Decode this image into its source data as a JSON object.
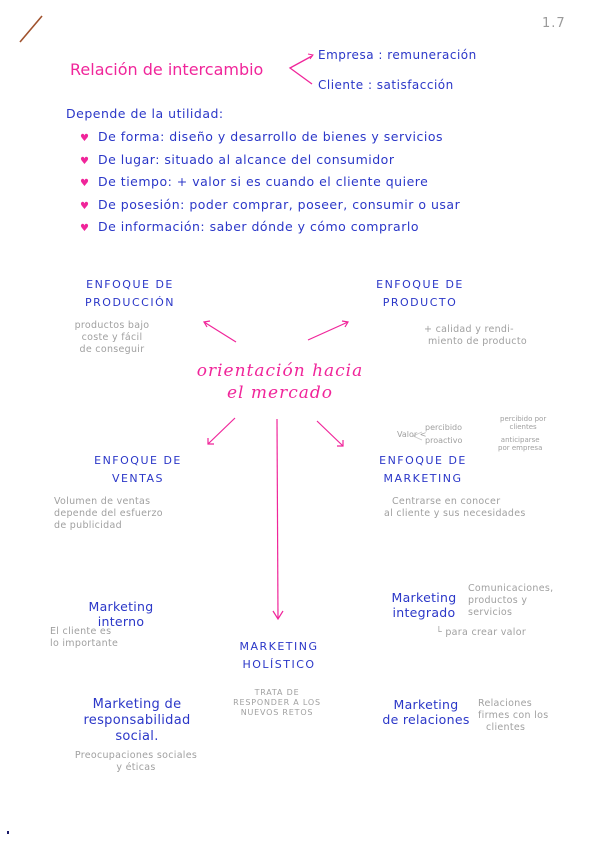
{
  "page": {
    "number": "1.7"
  },
  "colors": {
    "accent_pink": "#f0259a",
    "ink_blue": "#2b37c8",
    "pencil_gray": "#9a9a9a",
    "corner_mark": "#a0522d"
  },
  "exchange": {
    "title": "Relación de intercambio",
    "branches": [
      {
        "label": "Empresa : remuneración"
      },
      {
        "label": "Cliente : satisfacción"
      }
    ]
  },
  "utility": {
    "intro": "Depende de la utilidad:",
    "icon": "heart-bullet-icon",
    "items": [
      {
        "label": "De forma: diseño y desarrollo de bienes y servicios"
      },
      {
        "label": "De lugar: situado al alcance del consumidor"
      },
      {
        "label": "De tiempo: + valor si es cuando el cliente quiere"
      },
      {
        "label": "De posesión: poder comprar, poseer, consumir o usar"
      },
      {
        "label": "De información: saber dónde y cómo comprarlo"
      }
    ]
  },
  "diagram": {
    "center": {
      "line1": "orientación hacia",
      "line2": "el mercado"
    },
    "nodes": {
      "produccion": {
        "title_line1": "ENFOQUE DE",
        "title_line2": "PRODUCCIÓN",
        "note": [
          "productos bajo",
          "coste y fácil",
          "de conseguir"
        ]
      },
      "producto": {
        "title_line1": "ENFOQUE DE",
        "title_line2": "PRODUCTO",
        "note": [
          "+ calidad y rendi-",
          "miento de producto"
        ]
      },
      "ventas": {
        "title_line1": "ENFOQUE DE",
        "title_line2": "VENTAS",
        "note": [
          "Volumen de ventas",
          "depende del esfuerzo",
          "de publicidad"
        ]
      },
      "marketing": {
        "title_line1": "ENFOQUE DE",
        "title_line2": "MARKETING",
        "note": [
          "Centrarse en conocer",
          "al cliente y sus necesidades"
        ],
        "value_note": {
          "label": "Valor <",
          "branch1": "percibido",
          "branch1_detail": [
            "percibido por",
            "clientes"
          ],
          "branch2": "proactivo",
          "branch2_detail": [
            "anticiparse",
            "por empresa"
          ]
        }
      },
      "holistico": {
        "title_line1": "MARKETING",
        "title_line2": "HOLÍSTICO",
        "note": [
          "TRATA DE",
          "RESPONDER A LOS",
          "NUEVOS RETOS"
        ]
      },
      "interno": {
        "title_line1": "Marketing",
        "title_line2": "interno",
        "note": [
          "El cliente es",
          "lo importante"
        ]
      },
      "integrado": {
        "title_line1": "Marketing",
        "title_line2": "integrado",
        "note": [
          "Comunicaciones,",
          "productos y",
          "servicios"
        ],
        "sub_note": "└ para crear valor"
      },
      "social": {
        "title_line1": "Marketing de",
        "title_line2": "responsabilidad",
        "title_line3": "social.",
        "note": [
          "Preocupaciones sociales",
          "y éticas"
        ]
      },
      "relaciones": {
        "title_line1": "Marketing",
        "title_line2": "de relaciones",
        "note": [
          "Relaciones",
          "firmes con los",
          "clientes"
        ]
      }
    }
  }
}
